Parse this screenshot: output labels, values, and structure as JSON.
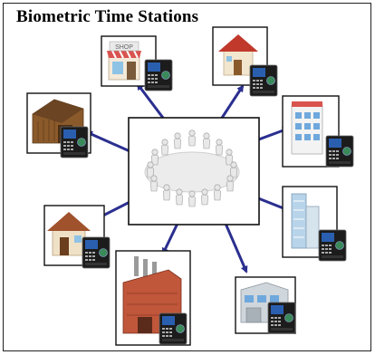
{
  "diagram": {
    "title": "Biometric Time Stations",
    "colors": {
      "arrow": "#2b2f8f",
      "frame": "#111111",
      "terminal_body": "#1c1c1c",
      "terminal_screen": "#2a5fb0"
    },
    "nodes": [
      {
        "id": "shop",
        "sign": "SHOP"
      },
      {
        "id": "house-red-roof"
      },
      {
        "id": "office-building"
      },
      {
        "id": "wooden-barn"
      },
      {
        "id": "glass-tower"
      },
      {
        "id": "brick-house"
      },
      {
        "id": "factory"
      },
      {
        "id": "warehouse"
      }
    ],
    "center": {
      "id": "people-circle"
    }
  }
}
